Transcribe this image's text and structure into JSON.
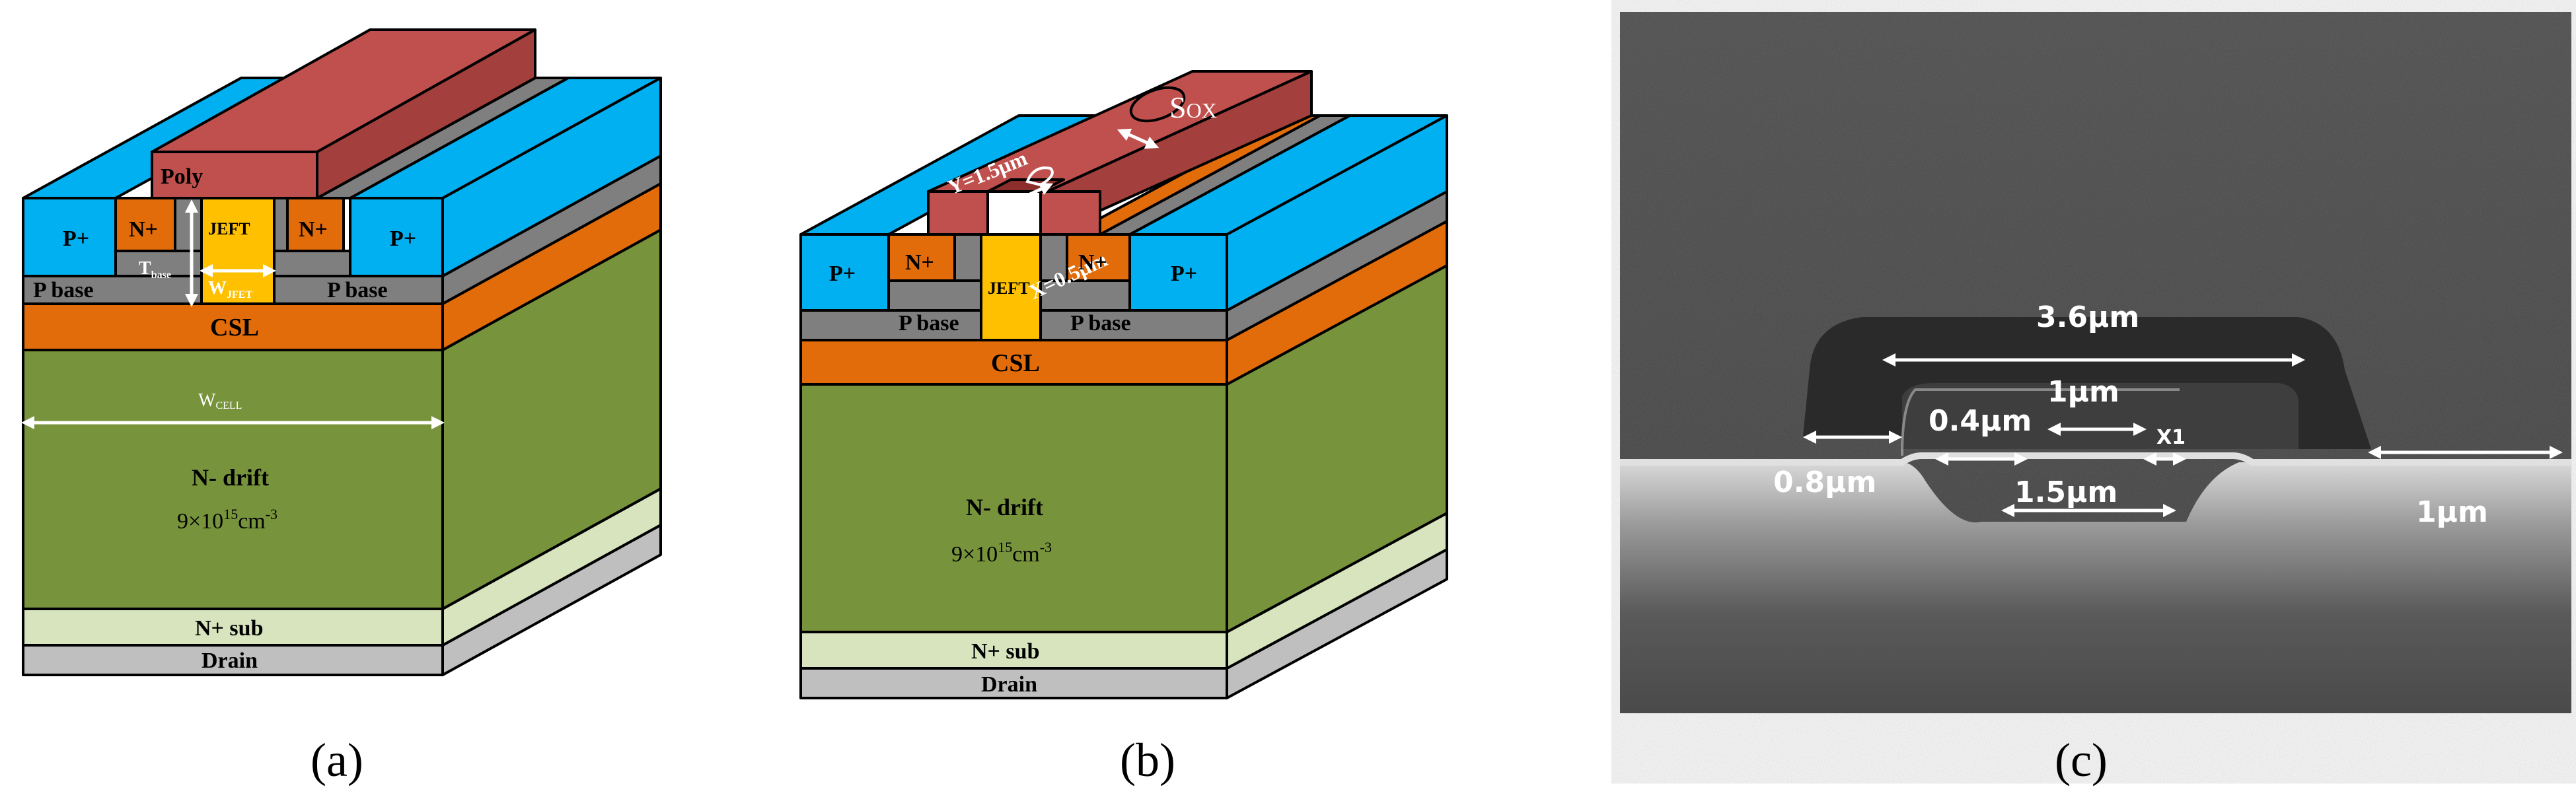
{
  "colors": {
    "poly": "#C0504D",
    "p_plus": "#00B0F0",
    "n_plus": "#E36C0A",
    "p_base": "#7F7F7F",
    "jfet": "#FFC000",
    "csl": "#E36C0A",
    "drift": "#77933C",
    "n_sub": "#D7E4BD",
    "drain": "#BFBFBF",
    "arrow": "#ffffff"
  },
  "panel_a": {
    "caption": "(a)",
    "poly_label": "Poly",
    "p_plus_left": "P+",
    "p_plus_right": "P+",
    "n_plus_left": "N+",
    "n_plus_right": "N+",
    "jfet": "JEFT",
    "t_base_main": "T",
    "t_base_sub": "base",
    "w_jfet_main": "W",
    "w_jfet_sub": "JFET",
    "p_base_left": "P base",
    "p_base_right": "P base",
    "csl": "CSL",
    "w_cell_main": "W",
    "w_cell_sub": "CELL",
    "drift": "N- drift",
    "doping_base": "9×10",
    "doping_exp": "15",
    "doping_unit": "cm",
    "doping_unit_exp": "-3",
    "n_sub": "N+ sub",
    "drain": "Drain"
  },
  "panel_b": {
    "caption": "(b)",
    "sox_main": "S",
    "sox_sub": "OX",
    "y_dim": "Y=1.5μm",
    "x_dim": "X=0.5μm",
    "p_plus_left": "P+",
    "p_plus_right": "P+",
    "n_plus_left": "N+",
    "n_plus_right": "N+",
    "jfet": "JEFT",
    "p_base_left": "P base",
    "p_base_right": "P base",
    "csl": "CSL",
    "drift": "N- drift",
    "doping_base": "9×10",
    "doping_exp": "15",
    "doping_unit": "cm",
    "doping_unit_exp": "-3",
    "n_sub": "N+ sub",
    "drain": "Drain"
  },
  "panel_c": {
    "caption": "(c)",
    "dim_top": "3.6μm",
    "dim_inner": "1μm",
    "dim_04": "0.4μm",
    "dim_x1": "X1",
    "dim_08": "0.8μm",
    "dim_15": "1.5μm",
    "dim_right": "1μm"
  }
}
